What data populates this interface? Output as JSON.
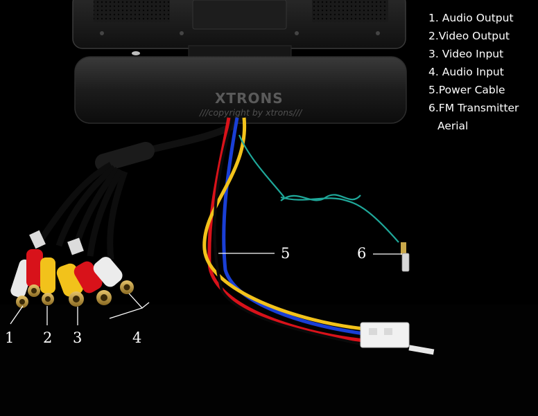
{
  "legend": {
    "item1": "1. Audio Output",
    "item2": "2.Video Output",
    "item3": "3. Video Input",
    "item4": "4. Audio Input",
    "item5": "5.Power Cable",
    "item6_line1": "6.FM Transmitter",
    "item6_line2": "Aerial"
  },
  "callouts": {
    "n1": "1",
    "n2": "2",
    "n3": "3",
    "n4": "4",
    "n5": "5",
    "n6": "6"
  },
  "device": {
    "brand": "XTRONS",
    "copyright": "///copyright by xtrons///"
  },
  "colors": {
    "background": "#000000",
    "wire_red": "#d8121a",
    "wire_yellow": "#f2c21b",
    "wire_blue": "#1a3fd6",
    "wire_green": "#1fa89a",
    "connector_white": "#f1f1f1"
  }
}
